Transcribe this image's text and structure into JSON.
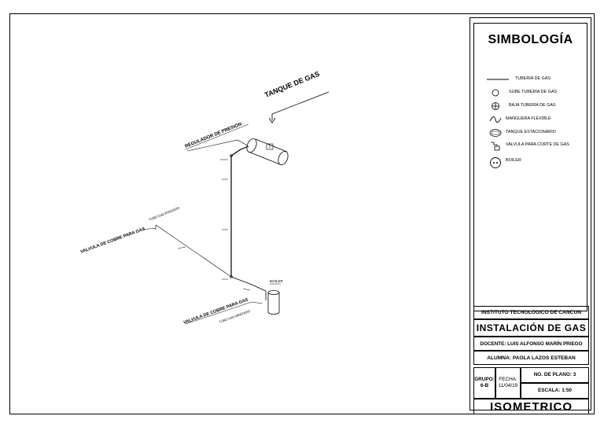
{
  "drawing": {
    "labels": {
      "tank": "TANQUE DE GAS",
      "regulator": "REGULADOR DE PRESIÓN",
      "galv_pipe_top": "TUBO GALVANIZADO",
      "valve_left": "VALVULA DE COBRE PARA GAS",
      "valve_bottom": "VALVULA DE COBRE PARA GAS",
      "galv_pipe_bottom": "TUBO GALVANIZADO",
      "boiler": "BOILER"
    }
  },
  "legend": {
    "title": "SIMBOLOGÍA",
    "items": [
      {
        "icon": "gas-pipe-line-icon",
        "label": "TUBERÍA DE GAS"
      },
      {
        "icon": "pipe-up-circle-icon",
        "label": "SUBE TUBERÍA DE GAS"
      },
      {
        "icon": "pipe-down-crossed-circle-icon",
        "label": "BAJA TUBERÍA DE GAS"
      },
      {
        "icon": "flexible-hose-wave-icon",
        "label": "MANGUERA FLEXIBLE"
      },
      {
        "icon": "stationary-tank-icon",
        "label": "TANQUE ESTACIONARIO"
      },
      {
        "icon": "shutoff-valve-icon",
        "label": "VALVULA PARA CORTE DE GAS"
      },
      {
        "icon": "boiler-icon",
        "label": "BOILER"
      }
    ]
  },
  "title_block": {
    "institution": "INSTITUTO TECNOLOGICO DE CANCUN",
    "project": "INSTALACIÓN DE GAS",
    "teacher": "DOCENTE: LUIS ALFONSO MARÍN PRIEGO",
    "student": "ALUMNA: PAOLA LAZOS ESTEBAN",
    "group": "GRUPO:\n6-B",
    "date": "FECHA:\n11/04/19",
    "plan_number": "NO. DE PLANO:  3",
    "scale": "ESCALA: 1:50",
    "sheet_type": "ISOMETRICO"
  }
}
